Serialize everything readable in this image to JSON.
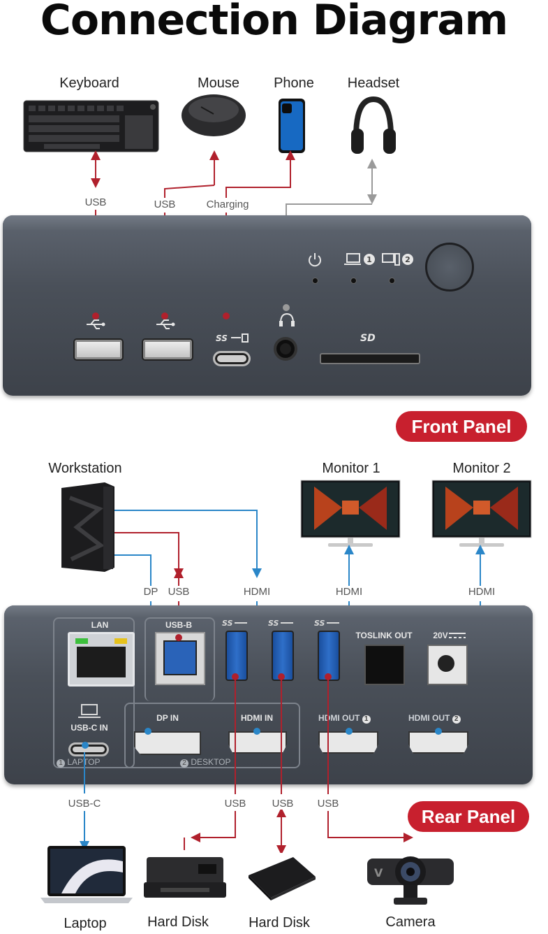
{
  "title": "Connection Diagram",
  "front": {
    "devices": {
      "keyboard": "Keyboard",
      "mouse": "Mouse",
      "phone": "Phone",
      "headset": "Headset"
    },
    "connections": {
      "keyboard": "USB",
      "mouse": "USB",
      "phone": "Charging"
    },
    "badge": "Front Panel"
  },
  "rear": {
    "devices": {
      "workstation": "Workstation",
      "monitor1": "Monitor 1",
      "monitor2": "Monitor 2"
    },
    "connections": {
      "dp": "DP",
      "usb": "USB",
      "hdmi": "HDMI",
      "monitor1": "HDMI",
      "monitor2": "HDMI"
    },
    "ports": {
      "lan": "LAN",
      "usbb": "USB-B",
      "toslink": "TOSLINK OUT",
      "dc": "20V",
      "usbc_in": "USB-C IN",
      "dp_in": "DP IN",
      "hdmi_in": "HDMI IN",
      "hdmi_out1": "HDMI OUT",
      "hdmi_out2": "HDMI OUT",
      "laptop_group": "LAPTOP",
      "desktop_group": "DESKTOP",
      "out1_num": "1",
      "out2_num": "2",
      "laptop_num": "1",
      "desktop_num": "2"
    },
    "bottom_connections": {
      "usbc": "USB-C",
      "usb1": "USB",
      "usb2": "USB",
      "usb3": "USB"
    },
    "bottom_devices": {
      "laptop": "Laptop",
      "printer": "Hard Disk",
      "harddisk": "Hard Disk",
      "camera": "Camera"
    },
    "badge": "Rear Panel"
  },
  "colors": {
    "red": "#b0202c",
    "blue": "#2a86c8",
    "gray": "#9a9a9a",
    "badge": "#c8202e"
  }
}
